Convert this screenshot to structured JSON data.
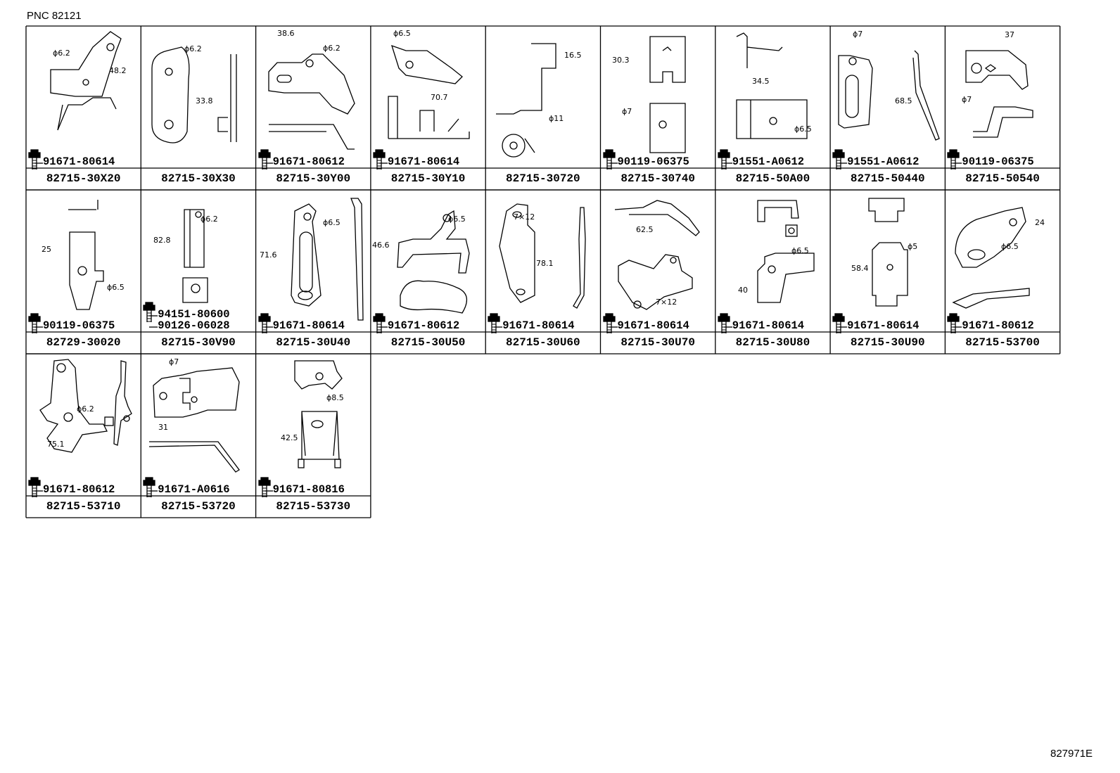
{
  "header": {
    "pnc": "PNC 82121"
  },
  "footer": {
    "code": "827971E"
  },
  "cells": [
    {
      "part": "82715-30X20",
      "bolts": [
        "91671-80614"
      ],
      "dims": [
        "ϕ6.2",
        "48.2"
      ]
    },
    {
      "part": "82715-30X30",
      "bolts": [],
      "dims": [
        "ϕ6.2",
        "33.8"
      ]
    },
    {
      "part": "82715-30Y00",
      "bolts": [
        "91671-80612"
      ],
      "dims": [
        "38.6",
        "ϕ6.2"
      ]
    },
    {
      "part": "82715-30Y10",
      "bolts": [
        "91671-80614"
      ],
      "dims": [
        "ϕ6.5",
        "70.7"
      ]
    },
    {
      "part": "82715-30720",
      "bolts": [],
      "dims": [
        "16.5",
        "ϕ11"
      ]
    },
    {
      "part": "82715-30740",
      "bolts": [
        "90119-06375"
      ],
      "dims": [
        "30.3",
        "ϕ7"
      ]
    },
    {
      "part": "82715-50A00",
      "bolts": [
        "91551-A0612"
      ],
      "dims": [
        "34.5",
        "ϕ6.5"
      ]
    },
    {
      "part": "82715-50440",
      "bolts": [
        "91551-A0612"
      ],
      "dims": [
        "ϕ7",
        "68.5"
      ]
    },
    {
      "part": "82715-50540",
      "bolts": [
        "90119-06375"
      ],
      "dims": [
        "37",
        "ϕ7"
      ]
    },
    {
      "part": "82729-30020",
      "bolts": [
        "90119-06375"
      ],
      "dims": [
        "25",
        "ϕ6.5"
      ]
    },
    {
      "part": "82715-30V90",
      "bolts": [
        "94151-80600",
        "90126-06028"
      ],
      "dims": [
        "82.8",
        "ϕ6.2"
      ]
    },
    {
      "part": "82715-30U40",
      "bolts": [
        "91671-80614"
      ],
      "dims": [
        "71.6",
        "ϕ6.5"
      ]
    },
    {
      "part": "82715-30U50",
      "bolts": [
        "91671-80612"
      ],
      "dims": [
        "46.6",
        "ϕ6.5"
      ]
    },
    {
      "part": "82715-30U60",
      "bolts": [
        "91671-80614"
      ],
      "dims": [
        "7×12",
        "78.1"
      ]
    },
    {
      "part": "82715-30U70",
      "bolts": [
        "91671-80614"
      ],
      "dims": [
        "62.5",
        "7×12"
      ]
    },
    {
      "part": "82715-30U80",
      "bolts": [
        "91671-80614"
      ],
      "dims": [
        "40",
        "ϕ6.5"
      ]
    },
    {
      "part": "82715-30U90",
      "bolts": [
        "91671-80614"
      ],
      "dims": [
        "58.4",
        "ϕ5"
      ]
    },
    {
      "part": "82715-53700",
      "bolts": [
        "91671-80612"
      ],
      "dims": [
        "24",
        "ϕ6.5"
      ]
    },
    {
      "part": "82715-53710",
      "bolts": [
        "91671-80612"
      ],
      "dims": [
        "ϕ6.2",
        "75.1"
      ]
    },
    {
      "part": "82715-53720",
      "bolts": [
        "91671-A0616"
      ],
      "dims": [
        "ϕ7",
        "31"
      ]
    },
    {
      "part": "82715-53730",
      "bolts": [
        "91671-80816"
      ],
      "dims": [
        "ϕ8.5",
        "42.5"
      ]
    }
  ]
}
